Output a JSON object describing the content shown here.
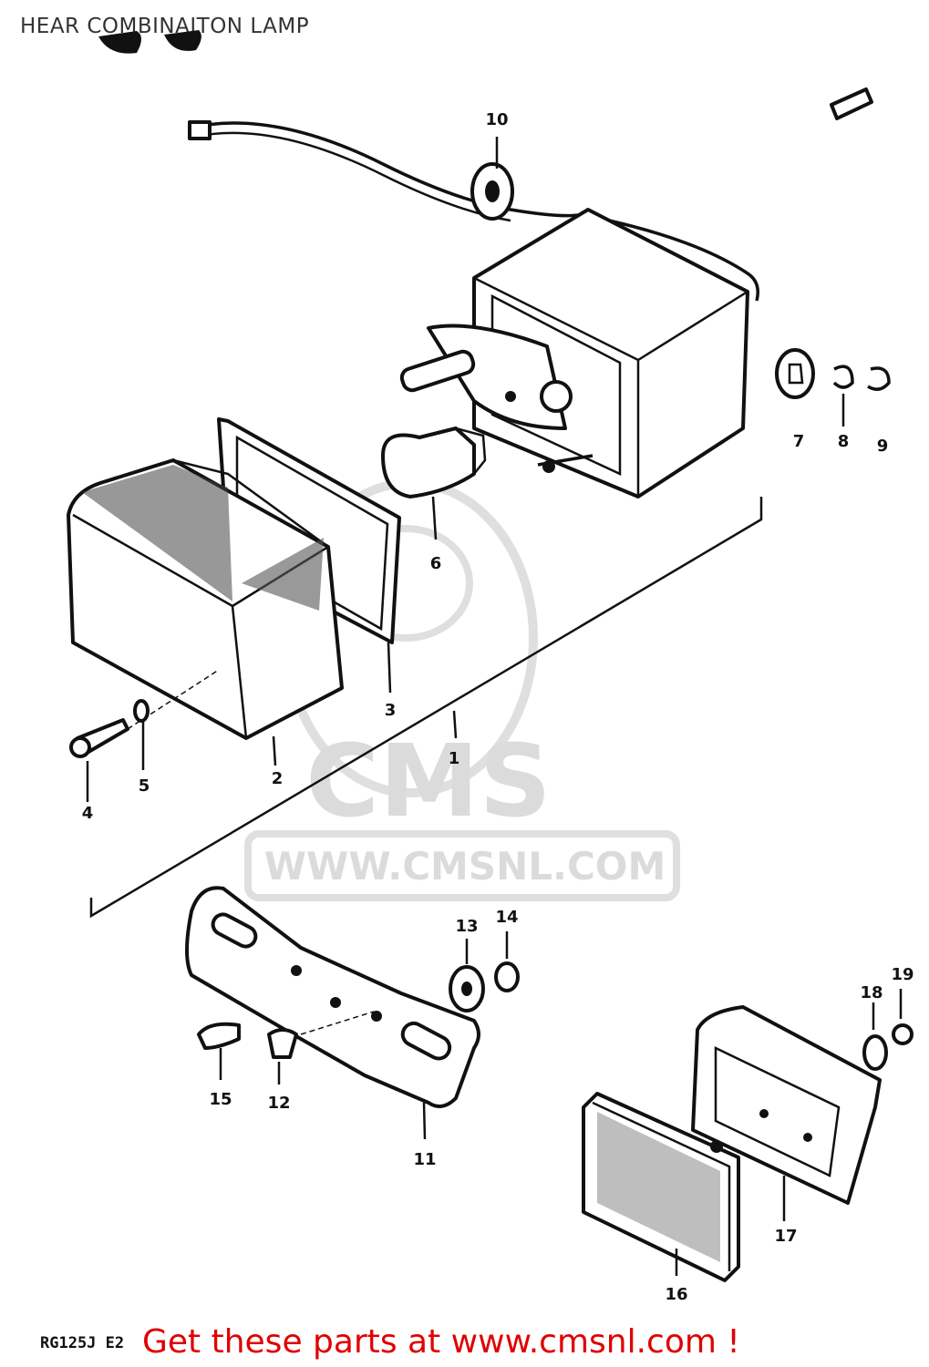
{
  "title": "HEAR COMBINAITON LAMP",
  "watermark": {
    "brand": "CMS",
    "url": "WWW.CMSNL.COM"
  },
  "model_code": "RG125J E2",
  "footer_text": "Get these parts at www.cmsnl.com !",
  "colors": {
    "footer": "#e00000",
    "ink": "#111111",
    "watermark": "#d8d8d8"
  },
  "parts": [
    {
      "id": "part-1",
      "label": "1"
    },
    {
      "id": "part-2",
      "label": "2"
    },
    {
      "id": "part-3",
      "label": "3"
    },
    {
      "id": "part-4",
      "label": "4"
    },
    {
      "id": "part-5",
      "label": "5"
    },
    {
      "id": "part-6",
      "label": "6"
    },
    {
      "id": "part-7",
      "label": "7"
    },
    {
      "id": "part-8",
      "label": "8"
    },
    {
      "id": "part-9",
      "label": "9"
    },
    {
      "id": "part-10",
      "label": "10"
    },
    {
      "id": "part-11",
      "label": "11"
    },
    {
      "id": "part-12",
      "label": "12"
    },
    {
      "id": "part-13",
      "label": "13"
    },
    {
      "id": "part-14",
      "label": "14"
    },
    {
      "id": "part-15",
      "label": "15"
    },
    {
      "id": "part-16",
      "label": "16"
    },
    {
      "id": "part-17",
      "label": "17"
    },
    {
      "id": "part-18",
      "label": "18"
    },
    {
      "id": "part-19",
      "label": "19"
    }
  ]
}
